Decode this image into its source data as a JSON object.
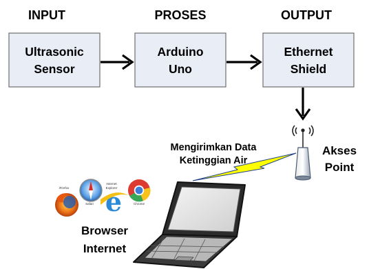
{
  "headers": {
    "input": "INPUT",
    "process": "PROSES",
    "output": "OUTPUT"
  },
  "blocks": {
    "sensor": {
      "line1": "Ultrasonic",
      "line2": "Sensor"
    },
    "arduino": {
      "line1": "Arduino",
      "line2": "Uno"
    },
    "ethernet": {
      "line1": "Ethernet",
      "line2": "Shield"
    }
  },
  "access_point": {
    "line1": "Akses",
    "line2": "Point"
  },
  "transmission": {
    "line1": "Mengirimkan Data",
    "line2": "Ketinggian Air"
  },
  "browser_label": {
    "line1": "Browser",
    "line2": "Internet"
  },
  "browsers": {
    "firefox": "iFirefox",
    "safari": "Safari",
    "ie_line1": "Internet",
    "ie_line2": "Explorer",
    "chrome": "Chrome"
  },
  "colors": {
    "box_fill": "#e9edf6",
    "lightning": "#ffff00",
    "arrow": "#000000"
  }
}
